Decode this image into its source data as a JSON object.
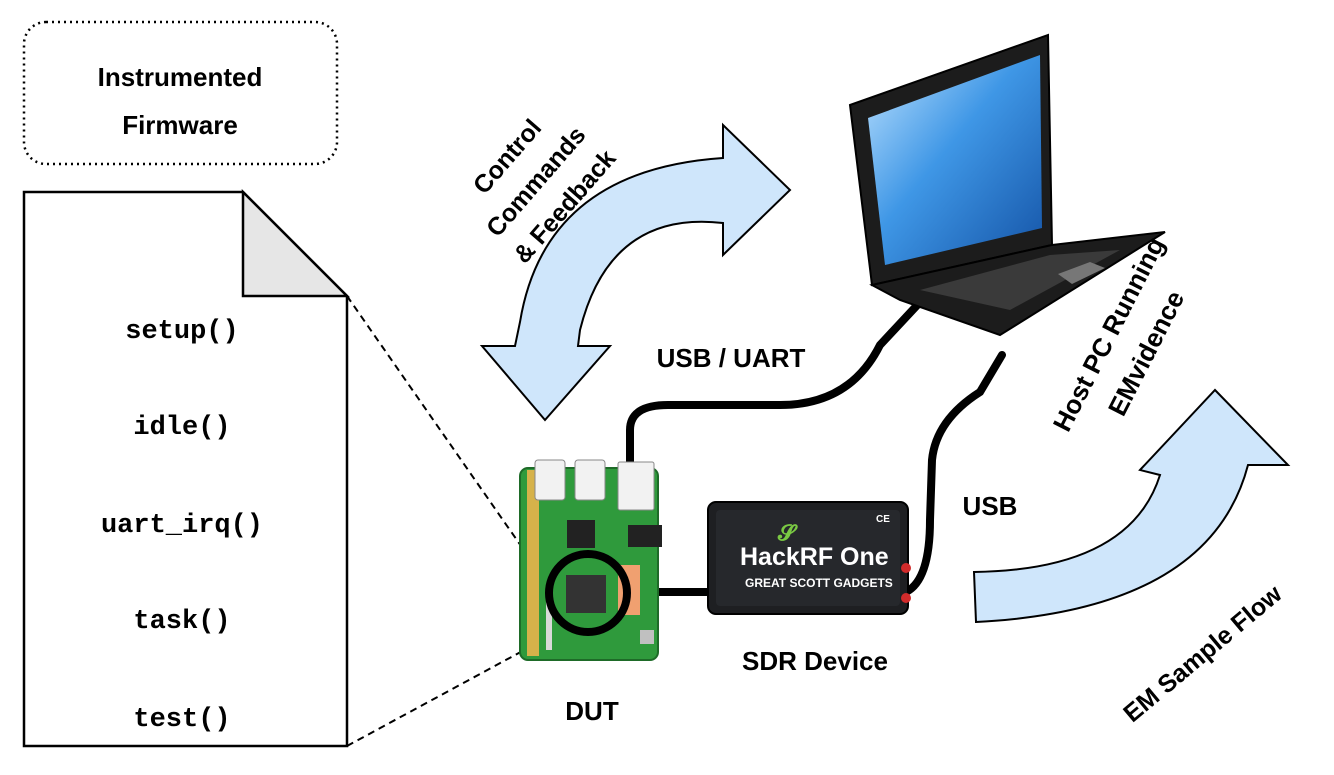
{
  "firmware_box": {
    "line1": "Instrumented",
    "line2": "Firmware"
  },
  "functions": [
    "setup()",
    "idle()",
    "uart_irq()",
    "task()",
    "test()"
  ],
  "control_arrow": {
    "line1": "Control",
    "line2": "Commands",
    "line3": "& Feedback"
  },
  "usb_uart_label": "USB / UART",
  "host_label": {
    "line1": "Host PC Running",
    "line2": "EMvidence"
  },
  "usb_label": "USB",
  "dut_label": "DUT",
  "sdr_label": "SDR Device",
  "hackrf": {
    "brand": "HackRF One",
    "maker": "GREAT SCOTT GADGETS",
    "ce_mark": "CE"
  },
  "em_flow_label": "EM Sample Flow",
  "colors": {
    "arrow_fill": "#cfe6fb",
    "arrow_stroke": "#000000",
    "board_green": "#2f9a3c",
    "screen_blue": "#2a7fd4",
    "laptop_body": "#1c1c1c",
    "hackrf_body": "#1e1f22",
    "logo_green": "#7ac943"
  }
}
